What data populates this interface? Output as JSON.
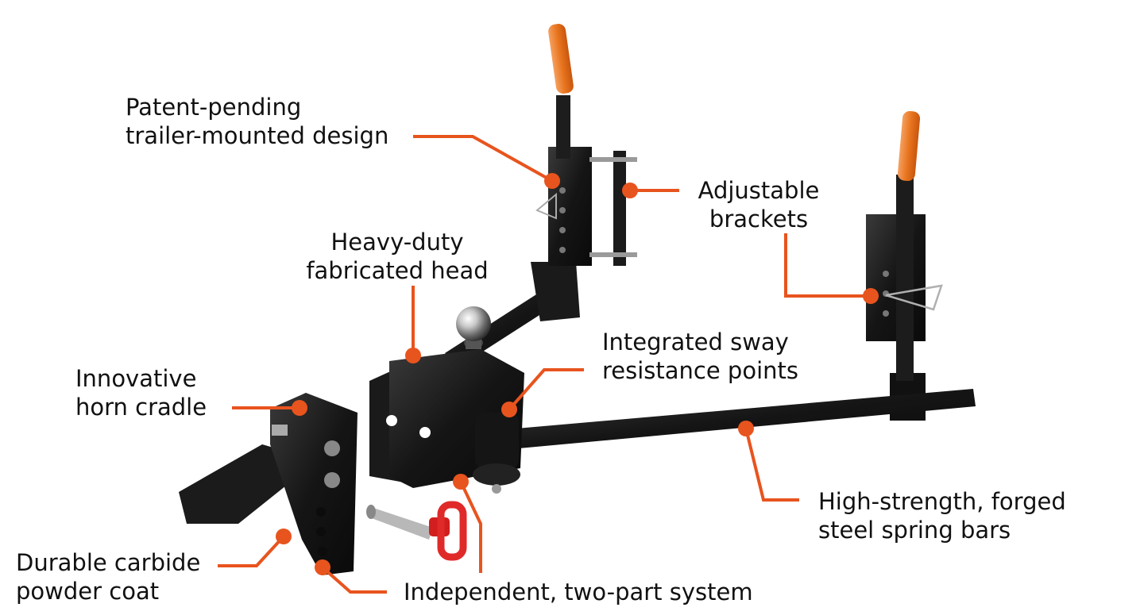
{
  "accent_color": "#e8541e",
  "labels": {
    "patent": [
      "Patent-pending",
      "trailer-mounted design"
    ],
    "brackets": [
      "Adjustable",
      "brackets"
    ],
    "head": [
      "Heavy-duty",
      "fabricated head"
    ],
    "sway": [
      "Integrated sway",
      "resistance points"
    ],
    "cradle": [
      "Innovative",
      "horn cradle"
    ],
    "bars": [
      "High-strength, forged",
      "steel spring bars"
    ],
    "coat": [
      "Durable carbide",
      "powder coat"
    ],
    "system": [
      "Independent, two-part system"
    ]
  }
}
